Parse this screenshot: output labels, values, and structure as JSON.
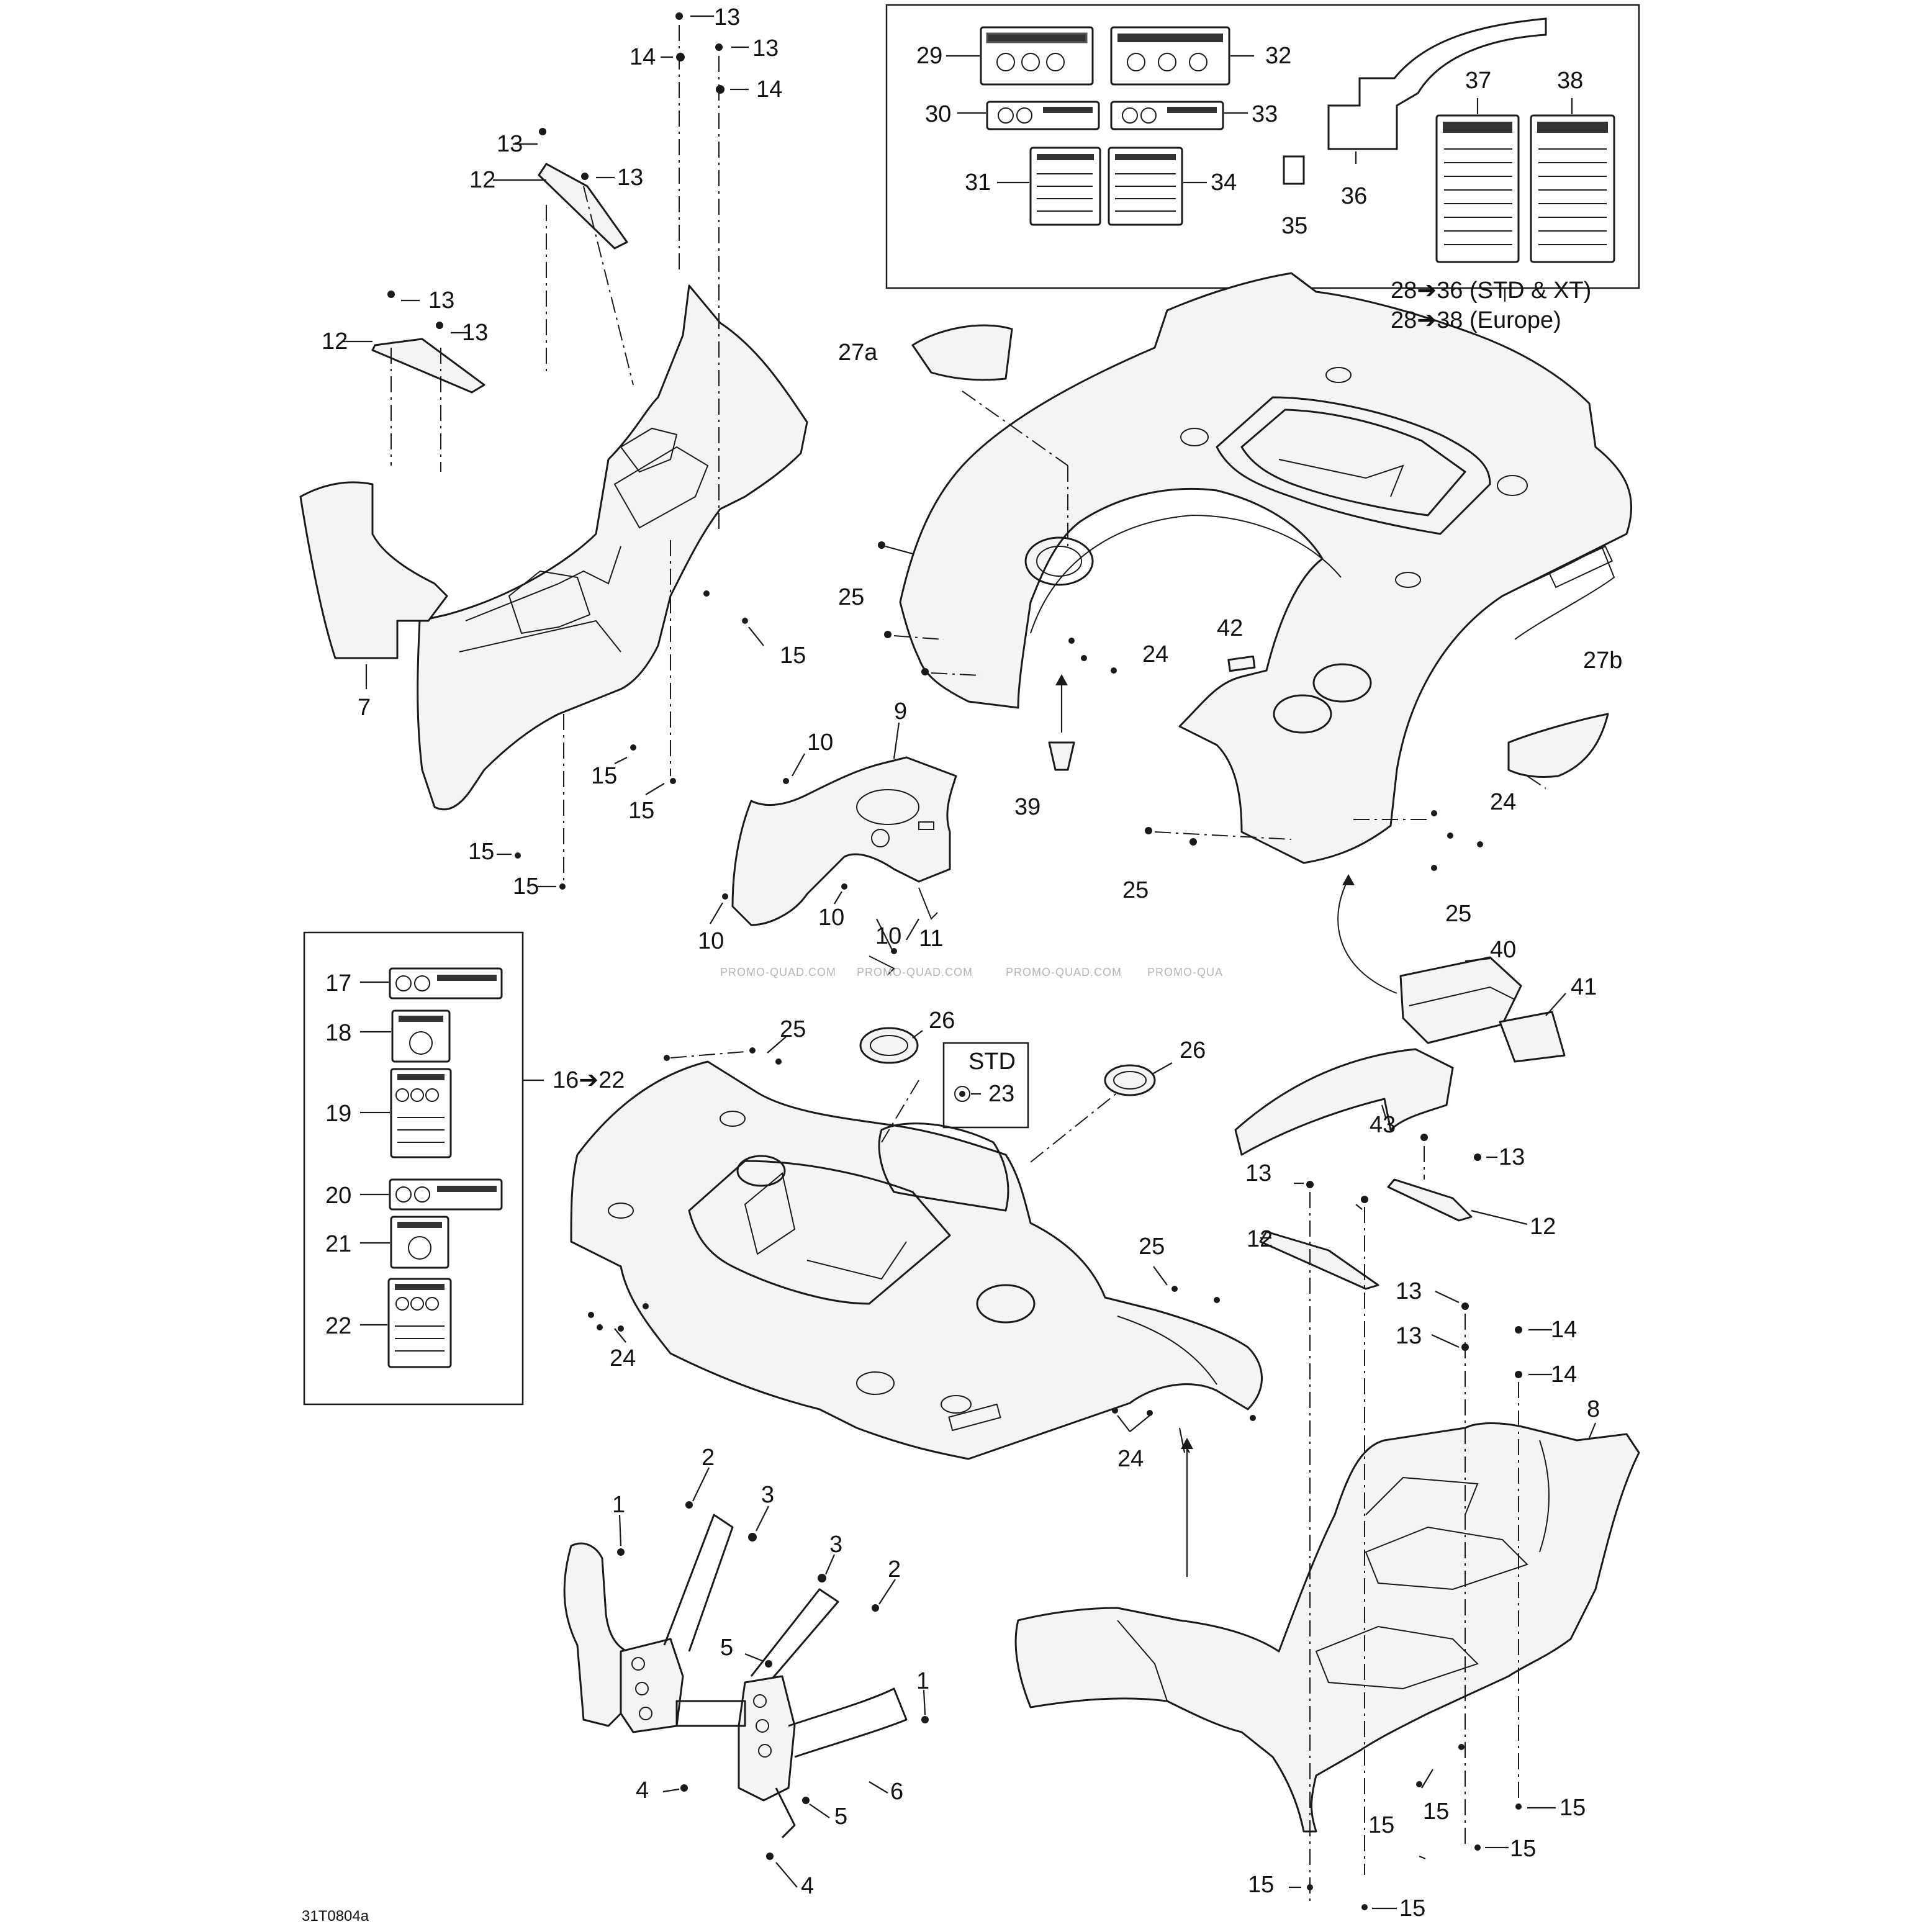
{
  "diagram": {
    "code": "31T0804a",
    "watermark": [
      "PROMO-QUAD.COM",
      "PROMO-QUAD.COM",
      "PROMO-QUAD.COM",
      "PROMO-QUA"
    ],
    "kits": {
      "decal_kit_top": [
        "28",
        "36 (STD & XT)",
        "28",
        "38 (Europe)"
      ],
      "decal_kit_front": [
        "16",
        "22"
      ],
      "std_box": "STD",
      "arrow": "➔"
    },
    "callouts": [
      "13",
      "14",
      "13",
      "14",
      "13",
      "12",
      "13",
      "13",
      "12",
      "13",
      "7",
      "15",
      "15",
      "15",
      "15",
      "15",
      "10",
      "9",
      "10",
      "10",
      "10",
      "11",
      "29",
      "30",
      "31",
      "32",
      "33",
      "34",
      "35",
      "36",
      "37",
      "38",
      "27a",
      "25",
      "24",
      "42",
      "27b",
      "39",
      "24",
      "25",
      "25",
      "40",
      "41",
      "43",
      "17",
      "18",
      "19",
      "20",
      "21",
      "22",
      "25",
      "26",
      "23",
      "26",
      "24",
      "25",
      "24",
      "13",
      "13",
      "12",
      "12",
      "13",
      "13",
      "14",
      "14",
      "8",
      "15",
      "15",
      "15",
      "15",
      "15",
      "15",
      "1",
      "2",
      "3",
      "3",
      "2",
      "5",
      "1",
      "6",
      "4",
      "5",
      "4"
    ]
  }
}
